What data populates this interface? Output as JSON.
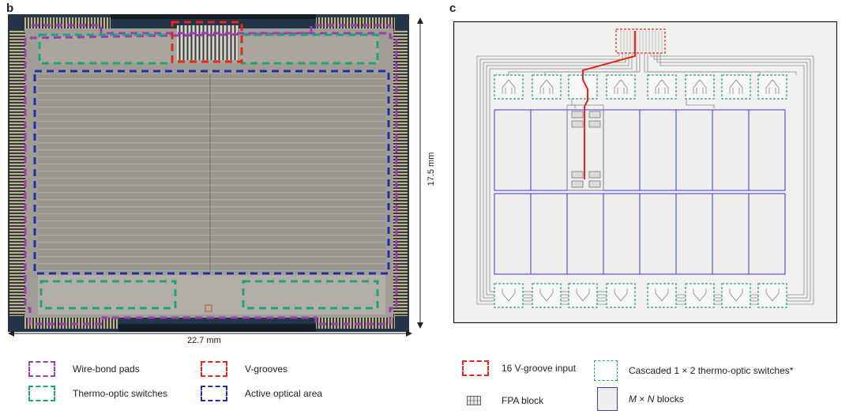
{
  "panels": {
    "b": "b",
    "c": "c"
  },
  "chip": {
    "width_label": "22.7 mm",
    "height_label": "17.5 mm"
  },
  "legend_b": [
    {
      "label": "Wire-bond pads",
      "color": "#9a3fb0"
    },
    {
      "label": "V-grooves",
      "color": "#e5261f"
    },
    {
      "label": "Thermo-optic switches",
      "color": "#1fa37a"
    },
    {
      "label": "Active optical area",
      "color": "#1f2fa8"
    }
  ],
  "legend_c": {
    "vgroove": {
      "label": "16 V-groove input",
      "color": "#e5261f"
    },
    "switches": {
      "label": "Cascaded 1 × 2 thermo-optic switches*",
      "color": "#1fa37a"
    },
    "fpa": {
      "label": "FPA block"
    },
    "mn_prefix": "M",
    "mn_mid": " × ",
    "mn_n": "N",
    "mn_suffix": " blocks",
    "block_color": "#3a3ad0"
  }
}
